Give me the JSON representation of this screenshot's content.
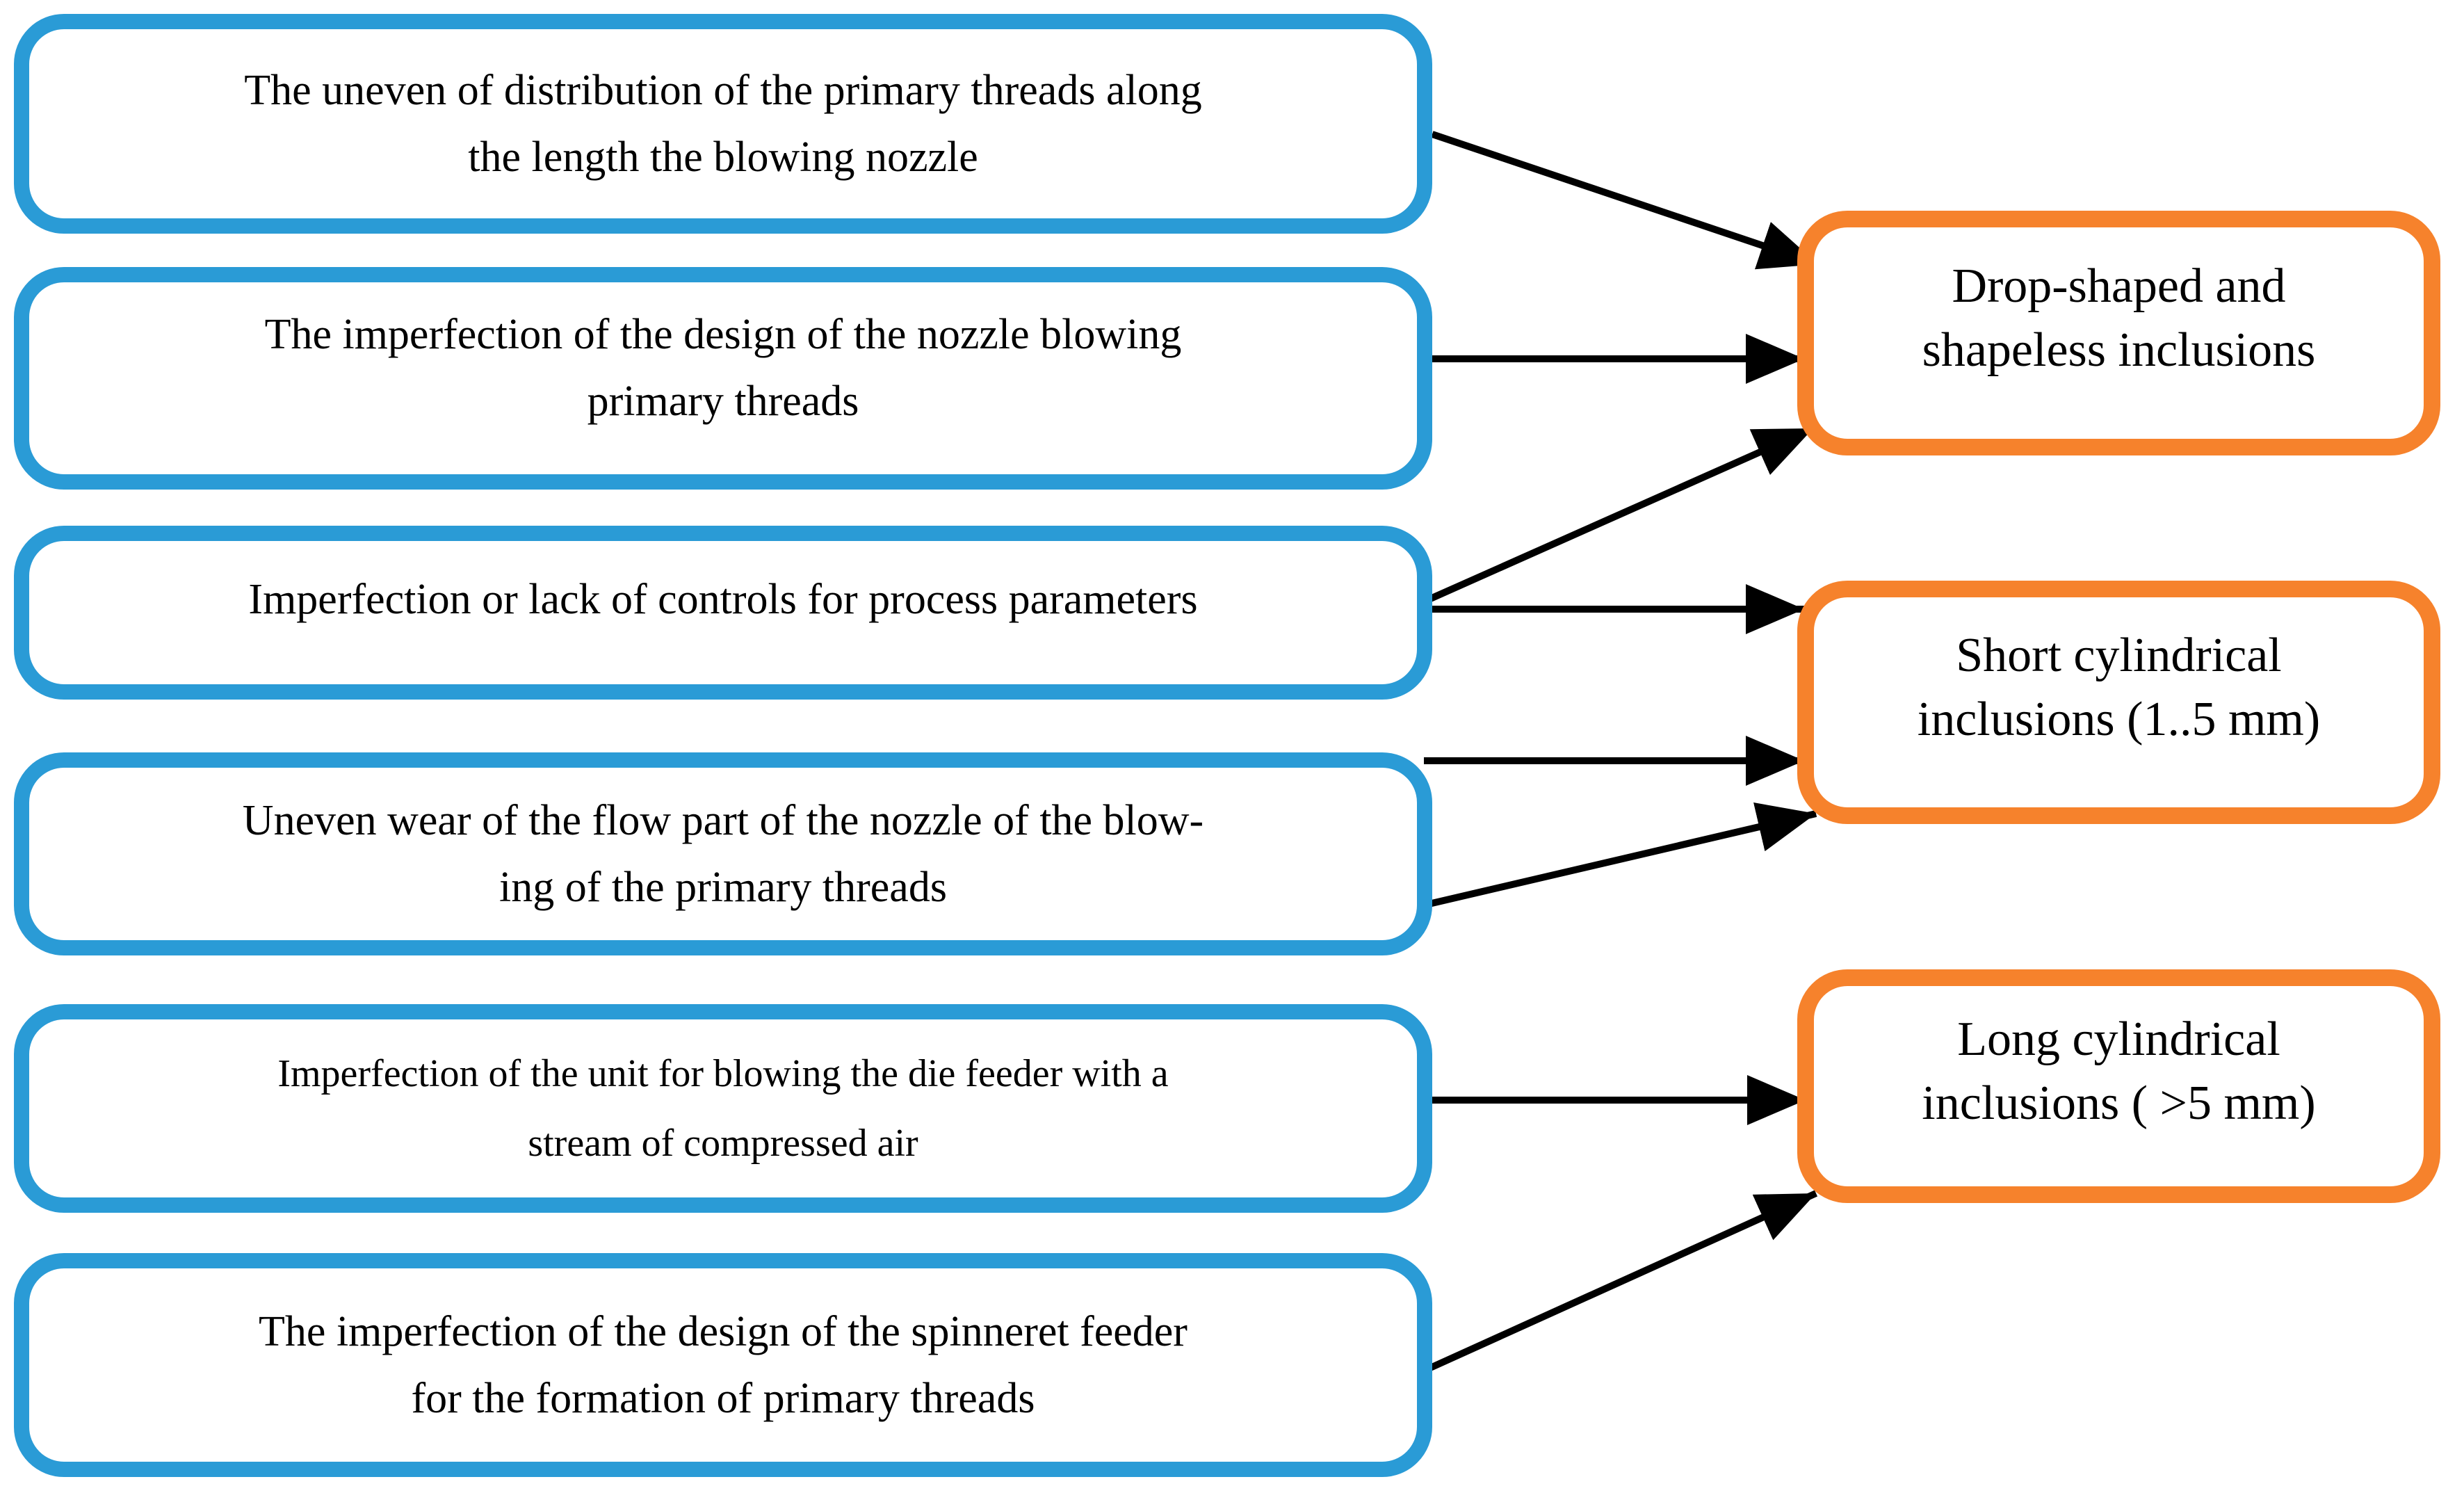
{
  "diagram": {
    "title": "",
    "colors": {
      "cause_border": "#2A9BD6",
      "effect_border": "#F6822C",
      "arrow": "#000000",
      "background": "#FFFFFF",
      "text": "#000000"
    },
    "causes": [
      {
        "id": "cause-1",
        "lines": [
          "The uneven of distribution of the primary threads along",
          "the length the blowing nozzle"
        ]
      },
      {
        "id": "cause-2",
        "lines": [
          "The imperfection of the design of the nozzle blowing",
          "primary threads"
        ]
      },
      {
        "id": "cause-3",
        "lines": [
          "Imperfection or lack of controls for process parameters"
        ]
      },
      {
        "id": "cause-4",
        "lines": [
          "Uneven wear of the flow part of the nozzle of the blow-",
          "ing of the primary threads"
        ]
      },
      {
        "id": "cause-5",
        "lines": [
          "Imperfection of the unit for blowing the die feeder with a",
          "stream of compressed air"
        ]
      },
      {
        "id": "cause-6",
        "lines": [
          "The imperfection of the design of the spinneret feeder",
          "for the formation of primary threads"
        ]
      }
    ],
    "effects": [
      {
        "id": "effect-1",
        "lines": [
          "Drop-shaped and",
          "shapeless inclusions"
        ]
      },
      {
        "id": "effect-2",
        "lines": [
          "Short cylindrical",
          "inclusions (1..5 mm)"
        ]
      },
      {
        "id": "effect-3",
        "lines": [
          "Long cylindrical",
          "inclusions ( >5 mm)"
        ]
      }
    ],
    "connections": [
      {
        "from": "cause-1",
        "to": "effect-1"
      },
      {
        "from": "cause-2",
        "to": "effect-1"
      },
      {
        "from": "cause-3",
        "to": "effect-1"
      },
      {
        "from": "cause-3",
        "to": "effect-2"
      },
      {
        "from": "cause-4",
        "to": "effect-2"
      },
      {
        "from": "cause-4",
        "to": "effect-2"
      },
      {
        "from": "cause-5",
        "to": "effect-3"
      },
      {
        "from": "cause-6",
        "to": "effect-3"
      }
    ]
  }
}
